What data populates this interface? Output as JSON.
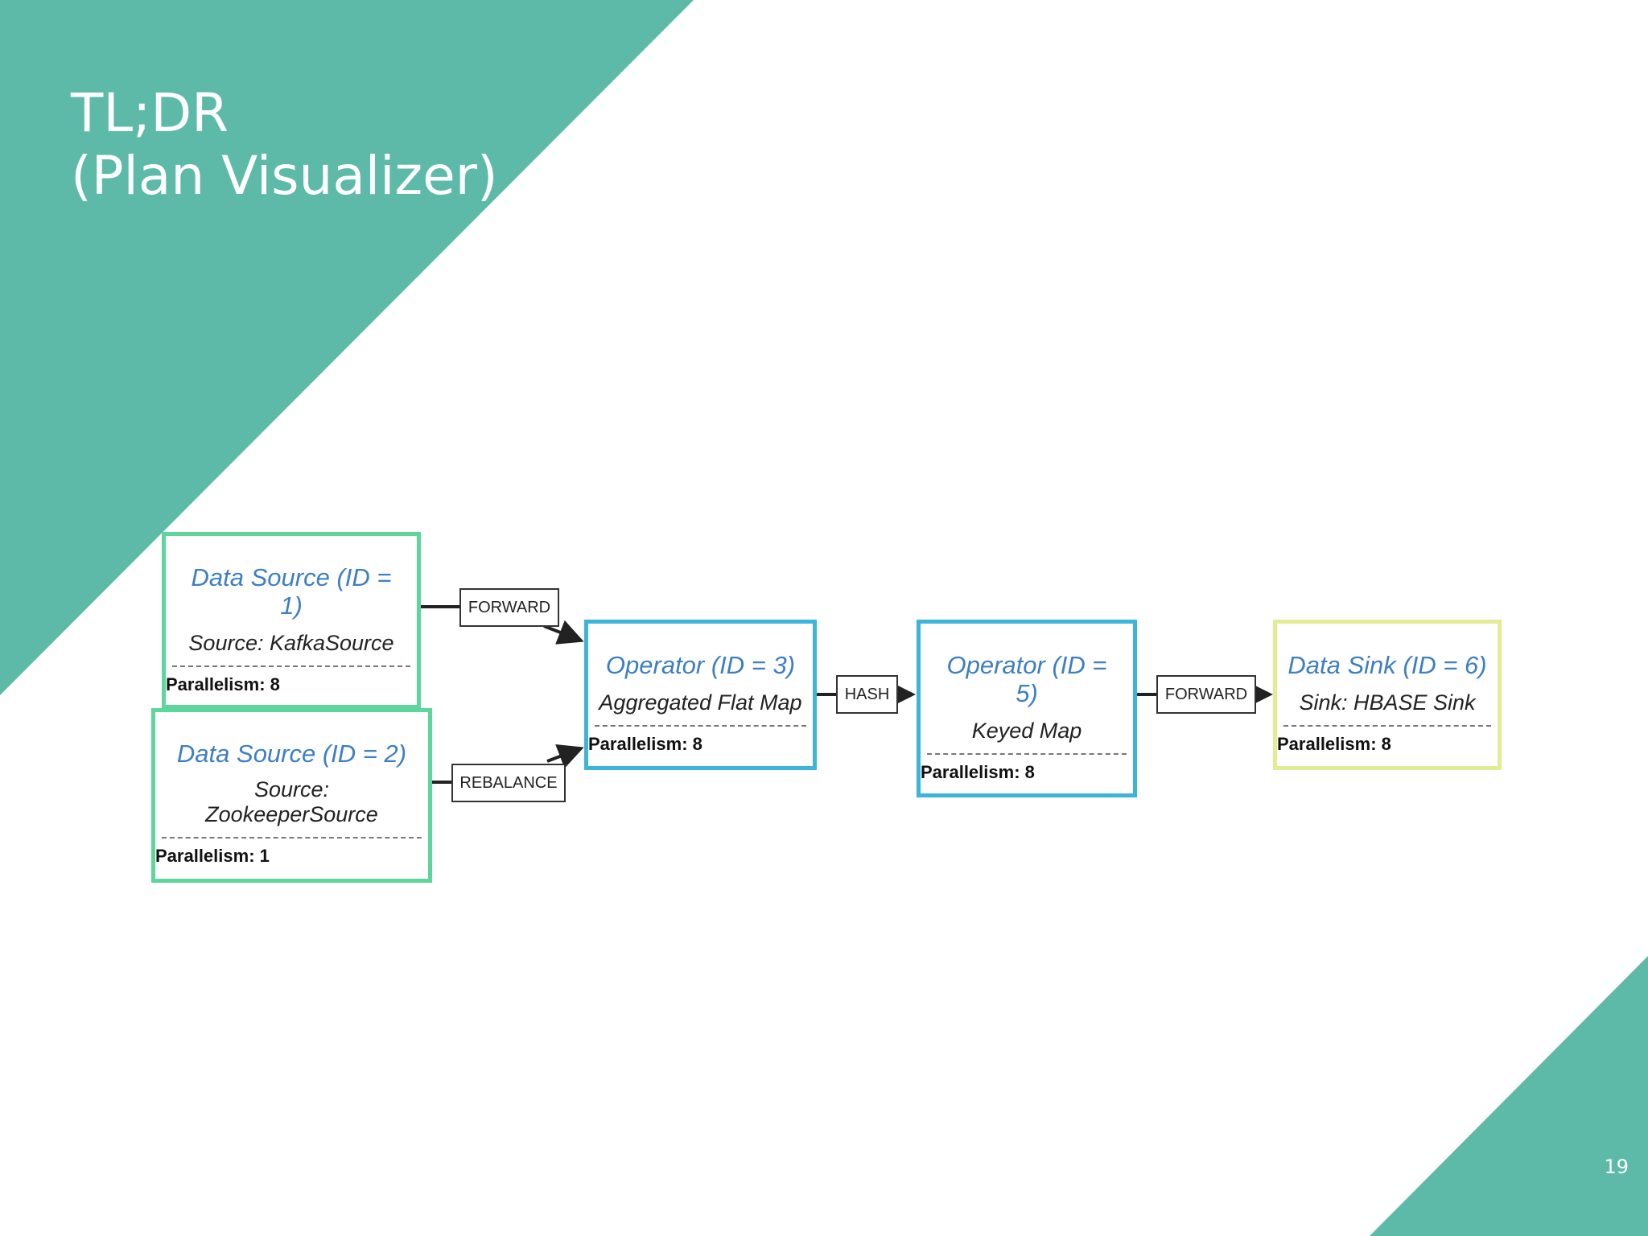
{
  "slide": {
    "title_line1": "TL;DR",
    "title_line2": "(Plan Visualizer)",
    "page_number": "19"
  },
  "colors": {
    "accent": "#5dbaa9",
    "source_border": "#5cd69b",
    "operator_border": "#3db5d8",
    "sink_border": "#e1ec93",
    "node_title": "#3d7fc2"
  },
  "diagram": {
    "nodes": [
      {
        "id": "n1",
        "kind": "source",
        "title": "Data Source (ID = 1)",
        "description": "Source: KafkaSource",
        "parallelism": "Parallelism: 8"
      },
      {
        "id": "n2",
        "kind": "source",
        "title": "Data Source (ID = 2)",
        "description": "Source: ZookeeperSource",
        "parallelism": "Parallelism: 1"
      },
      {
        "id": "n3",
        "kind": "operator",
        "title": "Operator (ID = 3)",
        "description": "Aggregated Flat Map",
        "parallelism": "Parallelism: 8"
      },
      {
        "id": "n5",
        "kind": "operator",
        "title": "Operator (ID = 5)",
        "description": "Keyed Map",
        "parallelism": "Parallelism: 8"
      },
      {
        "id": "n6",
        "kind": "sink",
        "title": "Data Sink (ID = 6)",
        "description": "Sink: HBASE Sink",
        "parallelism": "Parallelism: 8"
      }
    ],
    "edges": [
      {
        "from": "n1",
        "to": "n3",
        "label": "FORWARD"
      },
      {
        "from": "n2",
        "to": "n3",
        "label": "REBALANCE"
      },
      {
        "from": "n3",
        "to": "n5",
        "label": "HASH"
      },
      {
        "from": "n5",
        "to": "n6",
        "label": "FORWARD"
      }
    ]
  }
}
